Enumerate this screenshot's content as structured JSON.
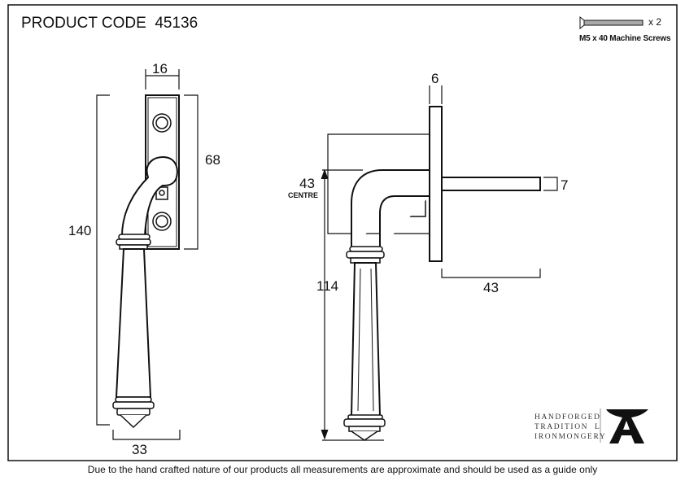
{
  "title": {
    "label": "PRODUCT CODE",
    "code": "45136"
  },
  "screws": {
    "quantity": "x 2",
    "label": "M5 x 40 Machine Screws"
  },
  "front_view": {
    "dim_width_top": "16",
    "dim_plate_height": "68",
    "dim_total_height": "140",
    "dim_width_bottom": "33"
  },
  "side_view": {
    "dim_plate_thickness": "6",
    "dim_spindle": "7",
    "dim_spindle_length": "43",
    "dim_centre": "43",
    "centre_label": "CENTRE",
    "dim_drop": "114"
  },
  "brand": {
    "line1": "HANDFORGED",
    "line2": "TRADITION  L",
    "line3": "IRONMONGERY"
  },
  "footer": "Due to the hand crafted nature of our products all measurements are approximate and should be used as a guide only"
}
